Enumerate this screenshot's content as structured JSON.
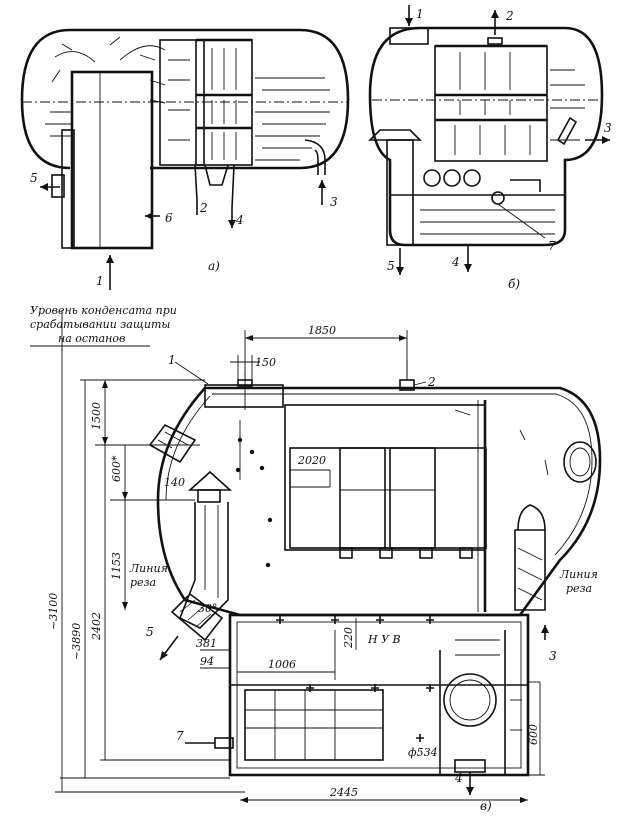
{
  "callouts": {
    "a": {
      "n1": "1",
      "n2": "2",
      "n4": "4",
      "n3": "3",
      "n5": "5",
      "n6": "6",
      "label": "а)"
    },
    "b": {
      "n1": "1",
      "n2": "2",
      "n3": "3",
      "n5": "5",
      "n4": "4",
      "n7": "7",
      "label": "б)"
    },
    "c": {
      "n1": "1",
      "n2": "2",
      "n3": "3",
      "n5": "5",
      "n4": "4",
      "n7": "7",
      "label": "в)"
    }
  },
  "notes": {
    "level_line1": "Уровень конденсата при",
    "level_line2": "срабатывании защиты",
    "level_line3": "на останов",
    "cut_left_1": "Линия",
    "cut_left_2": "реза",
    "cut_right_1": "Линия",
    "cut_right_2": "реза",
    "nuv": "Н У В"
  },
  "dimensions": {
    "d1850": "1850",
    "d150": "150",
    "d2020": "2020",
    "d1500": "1500",
    "d600": "600*",
    "d140": "140",
    "d1153": "1153",
    "d3100": "~3100",
    "d3890": "~3890",
    "d2402": "2402",
    "d381": "381",
    "d94": "94",
    "d1006": "1006",
    "d220": "220",
    "d30": "30°",
    "d600b": "600",
    "d534": "ф534",
    "d2445": "2445"
  }
}
